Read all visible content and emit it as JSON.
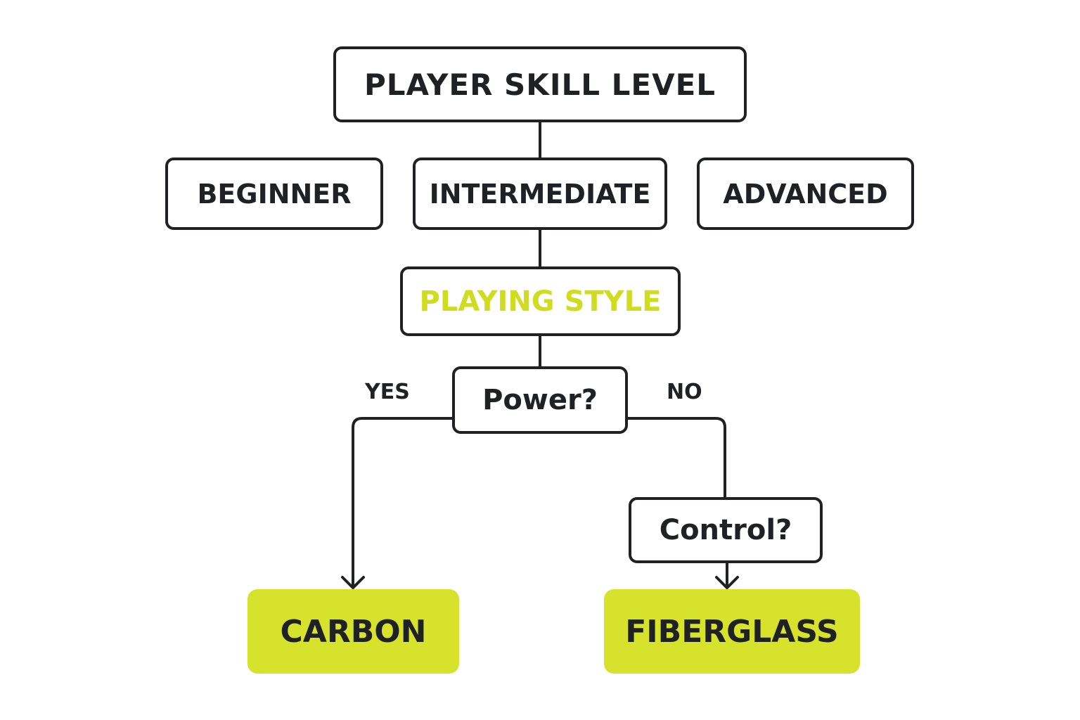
{
  "colors": {
    "stroke": "#1f2124",
    "accent": "#d6e22c",
    "accent_text": "#d0dc1e",
    "background": "#ffffff"
  },
  "nodes": {
    "root": "PLAYER SKILL LEVEL",
    "levels": [
      "BEGINNER",
      "INTERMEDIATE",
      "ADVANCED"
    ],
    "style": "PLAYING STYLE",
    "power_question": "Power?",
    "control_question": "Control?",
    "outcome_yes": "CARBON",
    "outcome_no": "FIBERGLASS"
  },
  "edge_labels": {
    "yes": "YES",
    "no": "NO"
  }
}
